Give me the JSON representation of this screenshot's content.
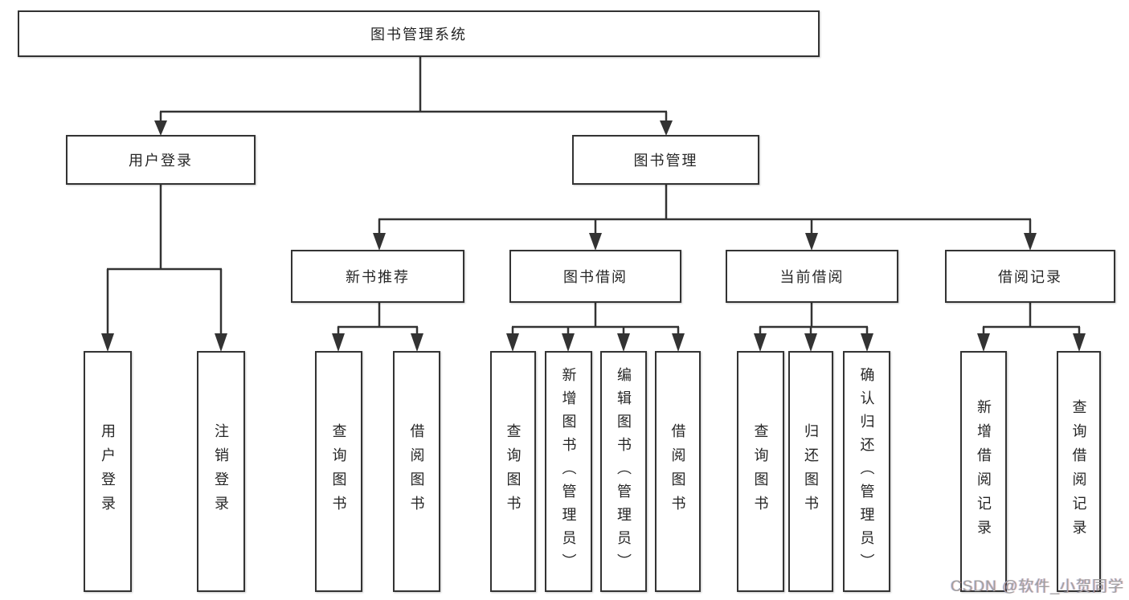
{
  "diagram": {
    "root": {
      "label": "图书管理系统"
    },
    "branches": {
      "user_login": {
        "label": "用户登录",
        "children": [
          {
            "label": "用户登录"
          },
          {
            "label": "注销登录"
          }
        ]
      },
      "book_mgmt": {
        "label": "图书管理",
        "sections": [
          {
            "label": "新书推荐",
            "children": [
              {
                "label": "查询图书"
              },
              {
                "label": "借阅图书"
              }
            ]
          },
          {
            "label": "图书借阅",
            "children": [
              {
                "label": "查询图书"
              },
              {
                "label": "新增图书（管理员）"
              },
              {
                "label": "编辑图书（管理员）"
              },
              {
                "label": "借阅图书"
              }
            ]
          },
          {
            "label": "当前借阅",
            "children": [
              {
                "label": "查询图书"
              },
              {
                "label": "归还图书"
              },
              {
                "label": "确认归还（管理员）"
              }
            ]
          },
          {
            "label": "借阅记录",
            "children": [
              {
                "label": "新增借阅记录"
              },
              {
                "label": "查询借阅记录"
              }
            ]
          }
        ]
      }
    }
  },
  "watermark": {
    "text": "CSDN @软件_小贺同学"
  },
  "colors": {
    "line": "#333333",
    "box_border": "#333333",
    "text": "#262626",
    "watermark": "#a0a0a0",
    "background": "#ffffff"
  }
}
